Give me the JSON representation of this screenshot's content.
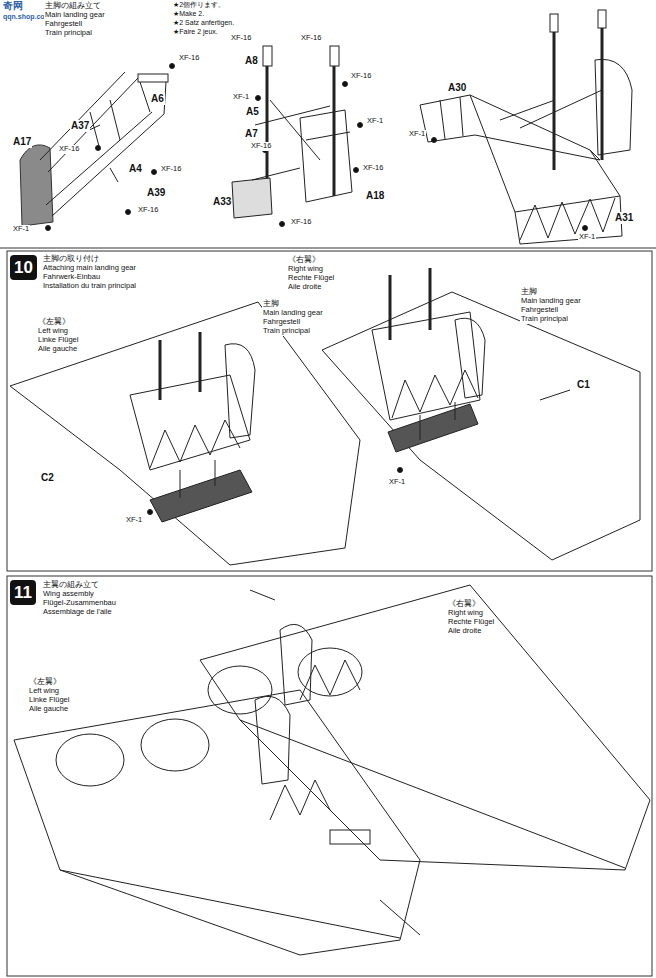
{
  "diagram": {
    "nodes": [
      {
        "text": [
          "10"
        ]
      },
      {
        "text": [
          "11"
        ]
      }
    ],
    "labels": [
      "奇网",
      "qqn.shop.com",
      "主脚の組み立て",
      "Main landing gear",
      "Fahrgestell",
      "Train principal",
      "★2個作ります。",
      "★Make 2.",
      "★2 Satz anfertigen.",
      "★Faire 2 jeux.",
      "XF-16",
      "A6",
      "A37",
      "XF-16",
      "A17",
      "A4",
      "XF-16",
      "A39",
      "XF-16",
      "XF-1",
      "XF-16",
      "A8",
      "XF-16",
      "XF-1",
      "A5",
      "XF-16",
      "A7",
      "XF-1",
      "XF-16",
      "XF-16",
      "A18",
      "A33",
      "XF-16",
      "A30",
      "XF-1",
      "A31",
      "XF-1",
      "主脚の取り付け",
      "Attaching main landing gear",
      "Fahrwerk-Einbau",
      "Installation du train principal",
      "《左翼》",
      "Left wing",
      "Linke Flügel",
      "Aile gauche",
      "主脚",
      "Main landing gear",
      "Fahrgestell",
      "Train principal",
      "C2",
      "XF-1",
      "《右翼》",
      "Right wing",
      "Rechte Flügel",
      "Aile droite",
      "主脚",
      "Main landing gear",
      "Fahrgestell",
      "Train principal",
      "C1",
      "XF-1",
      "主翼の組み立て",
      "Wing assembly",
      "Flügel-Zusammenbau",
      "Assemblage de l'aile",
      "《右翼》",
      "Right wing",
      "Rechte Flügel",
      "Aile droite",
      "《左翼》",
      "Left wing",
      "Linke Flügel",
      "Aile gauche"
    ]
  }
}
